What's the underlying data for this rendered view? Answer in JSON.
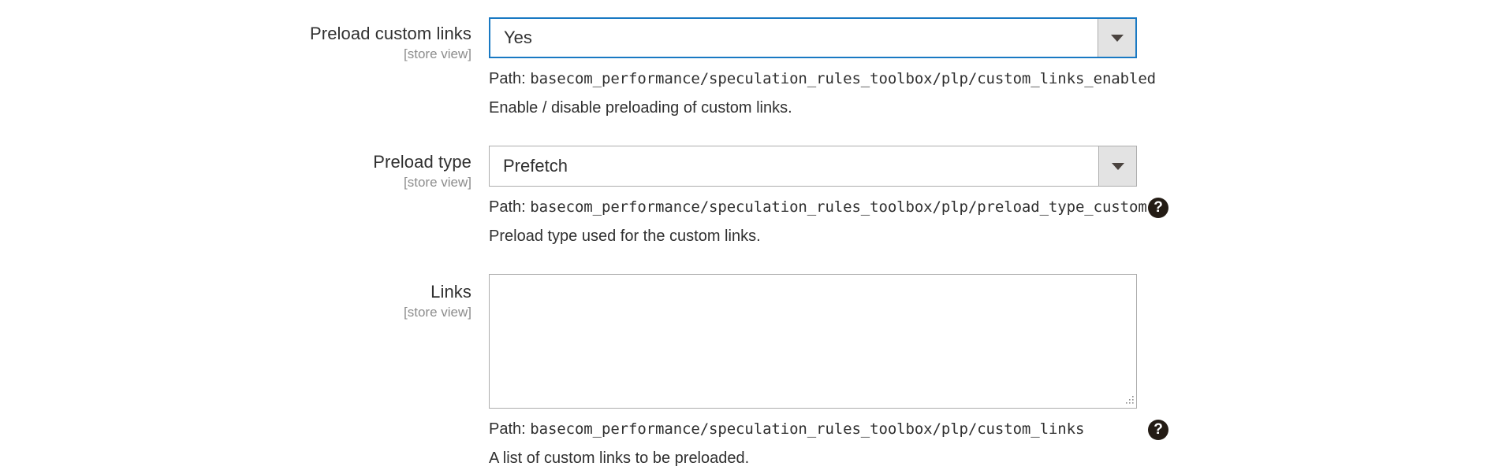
{
  "form": {
    "scope_label": "[store view]",
    "path_prefix": "Path:",
    "help_icon_glyph": "?",
    "dropdown_icon": "chevron-down-icon",
    "accent_focus_color": "#1979c3",
    "border_color": "#adadad",
    "button_face_color": "#e3e3e3",
    "help_badge_color": "#241c15"
  },
  "fields": [
    {
      "label": "Preload custom links",
      "scope": "[store view]",
      "control": "select",
      "value": "Yes",
      "focused": true,
      "path": "basecom_performance/speculation_rules_toolbox/plp/custom_links_enabled",
      "comment": "Enable / disable preloading of custom links.",
      "has_help": false
    },
    {
      "label": "Preload type",
      "scope": "[store view]",
      "control": "select",
      "value": "Prefetch",
      "focused": false,
      "path": "basecom_performance/speculation_rules_toolbox/plp/preload_type_custom",
      "comment": "Preload type used for the custom links.",
      "has_help": true
    },
    {
      "label": "Links",
      "scope": "[store view]",
      "control": "textarea",
      "value": "",
      "placeholder": "",
      "focused": false,
      "path": "basecom_performance/speculation_rules_toolbox/plp/custom_links",
      "comment": "A list of custom links to be preloaded.",
      "has_help": true
    }
  ]
}
